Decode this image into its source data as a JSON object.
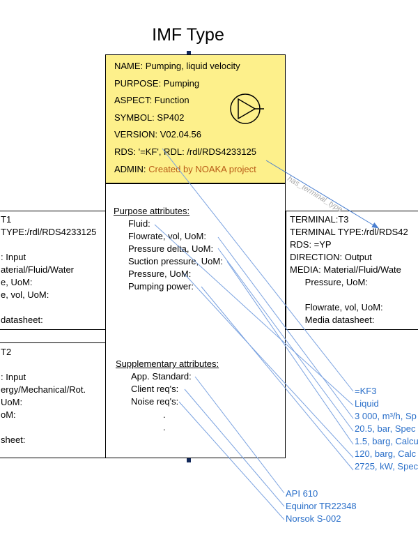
{
  "title": "IMF Type",
  "header": {
    "name": "NAME: Pumping, liquid velocity",
    "purpose": "PURPOSE: Pumping",
    "aspect": "ASPECT: Function",
    "symbol": "SYMBOL: SP402",
    "version": "VERSION: V02.04.56",
    "rds": "RDS: '=KF', RDL: /rdl/RDS4233125",
    "admin_label": "ADMIN: ",
    "admin_value": "Created by NOAKA project",
    "symbol_icon": "pump-symbol"
  },
  "purpose_attributes": {
    "heading": "Purpose attributes:",
    "items": [
      "Fluid:",
      "Flowrate, vol, UoM:",
      "Pressure delta, UoM:",
      "Suction pressure, UoM:",
      "Pressure, UoM:",
      "Pumping power:"
    ]
  },
  "supplementary_attributes": {
    "heading": "Supplementary attributes:",
    "items": [
      "App. Standard:",
      "Client req's:",
      "Noise req's:"
    ],
    "ellipsis": [
      ".",
      "."
    ]
  },
  "terminal_t1": {
    "lines": [
      "T1",
      "TYPE:/rdl/RDS4233125",
      "",
      ": Input",
      "aterial/Fluid/Water",
      "e, UoM:",
      "e, vol, UoM:",
      "",
      "datasheet:"
    ]
  },
  "terminal_t2": {
    "lines": [
      "T2",
      "",
      ": Input",
      "ergy/Mechanical/Rot.",
      "UoM:",
      "oM:",
      "",
      "sheet:"
    ]
  },
  "terminal_t3": {
    "lines": [
      "TERMINAL:T3",
      "TERMINAL TYPE:/rdl/RDS42",
      "RDS: =YP",
      "DIRECTION: Output",
      "MEDIA: Material/Fluid/Wate",
      "      Pressure, UoM:",
      "",
      "      Flowrate, vol, UoM:",
      "      Media datasheet:"
    ]
  },
  "relation_label": "has_terminal_type",
  "values": [
    "=KF3",
    "Liquid",
    "3 000, m³/h, Sp",
    "20.5, bar, Spec",
    "1.5, barg, Calcu",
    "120, barg, Calc",
    "2725, kW, Spec"
  ],
  "supplementary_values": [
    "API 610",
    "Equinor TR22348",
    "Norsok S-002"
  ],
  "colors": {
    "header_fill": "#fdf08b",
    "link_blue": "#2a6fc9",
    "admin": "#b85a16"
  }
}
